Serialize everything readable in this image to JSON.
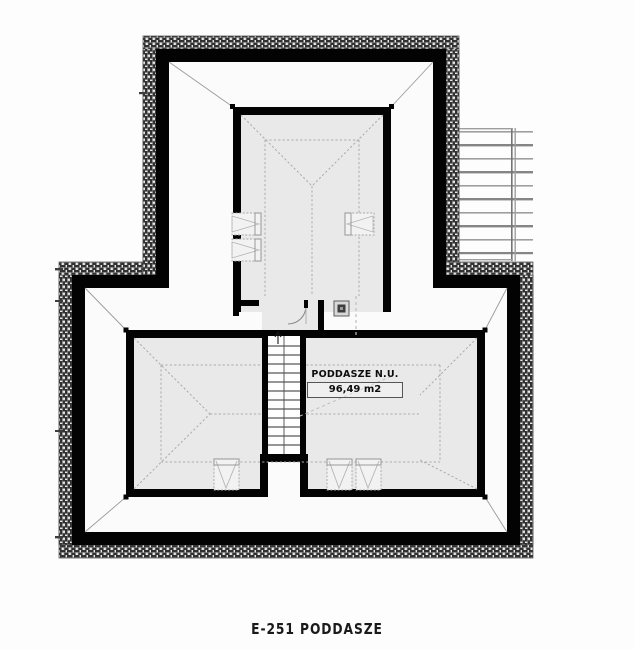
{
  "document": {
    "type": "architectural-floor-plan",
    "caption": "E-251 PODDASZE",
    "project_code": "E-251",
    "level_name": "PODDASZE",
    "background_color": "#fdfdfd",
    "line_color": "#000000"
  },
  "room": {
    "name": "PODDASZE N.U.",
    "area": "96,49 m2"
  },
  "legend": {
    "wall_fill": "#000000",
    "insulation_hatch": "#3a3a3a",
    "attic_fill": "#e9e9e9",
    "eave_fill": "#fbfbfb",
    "roof_line": "#a8a8a8"
  },
  "elements": {
    "staircase": "staircase-up",
    "stair_direction": "up",
    "door": "single-swing-door",
    "chimney": "chimney-flue",
    "dormers": 5,
    "pergola": "roof-joists-terrace",
    "wall_type": "masonry-with-insulation"
  },
  "geometry": {
    "outer_brick": {
      "note": "stepped L-shaped masonry outline with insulation hatch"
    },
    "units": "m2"
  }
}
